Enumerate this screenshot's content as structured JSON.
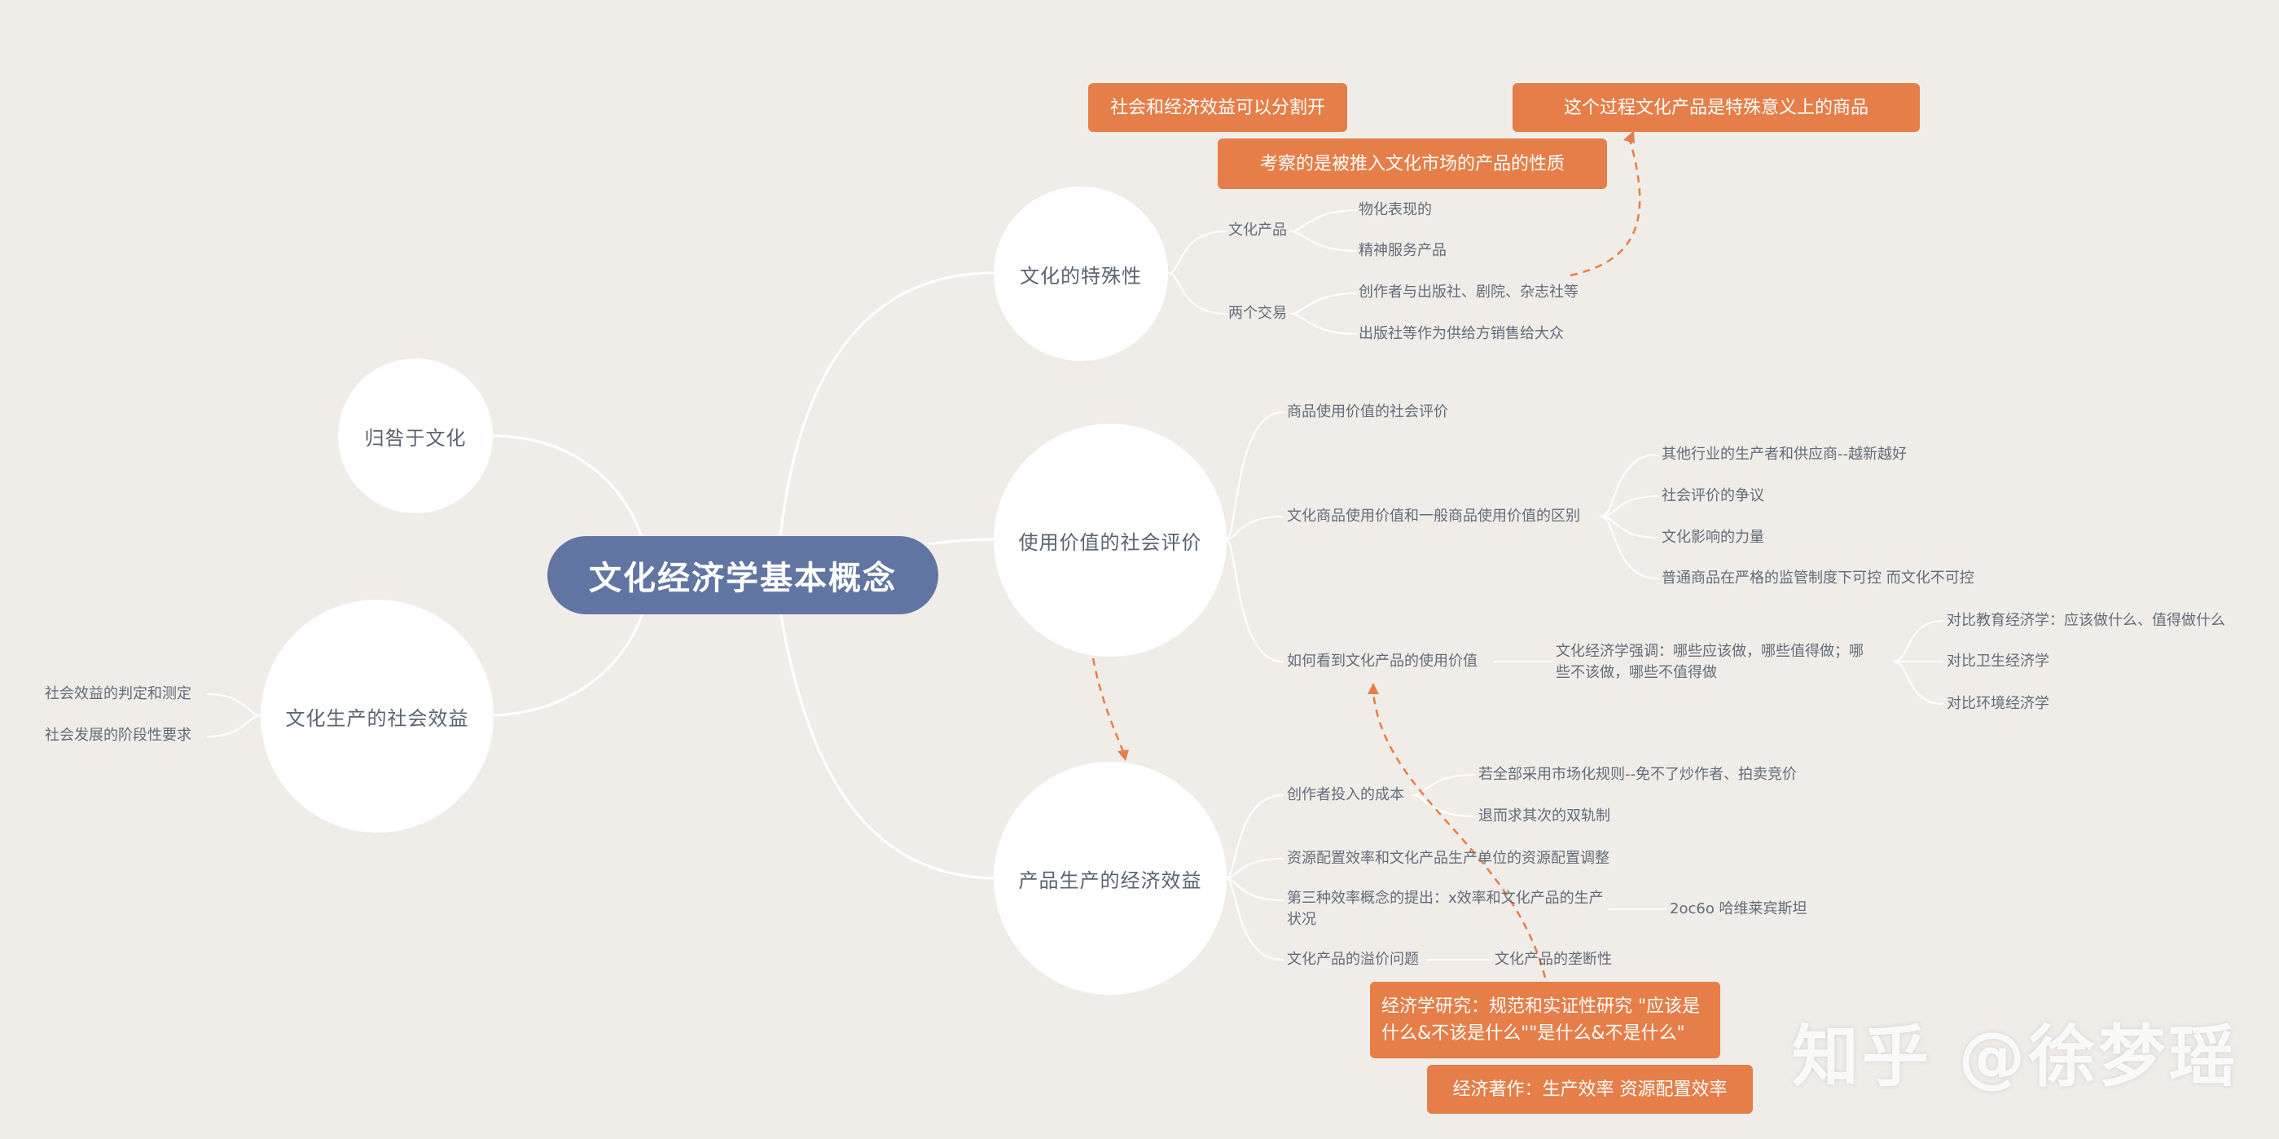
{
  "root": "文化经济学基本概念",
  "left_branches": {
    "culture": "归咎于文化",
    "social_benefit": {
      "label": "文化生产的社会效益",
      "children": [
        "社会效益的判定和测定",
        "社会发展的阶段性要求"
      ]
    }
  },
  "special": {
    "label": "文化的特殊性",
    "product": {
      "label": "文化产品",
      "children": [
        "物化表现的",
        "精神服务产品"
      ]
    },
    "trade": {
      "label": "两个交易",
      "children": [
        "创作者与出版社、剧院、杂志社等",
        "出版社等作为供给方销售给大众"
      ]
    }
  },
  "use_value": {
    "label": "使用价值的社会评价",
    "c1": "商品使用价值的社会评价",
    "c2": {
      "label": "文化商品使用价值和一般商品使用价值的区别",
      "children": [
        "其他行业的生产者和供应商--越新越好",
        "社会评价的争议",
        "文化影响的力量",
        "普通商品在严格的监管制度下可控 而文化不可控"
      ]
    },
    "c3": {
      "label": "如何看到文化产品的使用价值",
      "sub": "文化经济学强调：哪些应该做，哪些值得做；哪些不该做，哪些不值得做",
      "children": [
        "对比教育经济学：应该做什么、值得做什么",
        "对比卫生经济学",
        "对比环境经济学"
      ]
    }
  },
  "econ": {
    "label": "产品生产的经济效益",
    "c1": {
      "label": "创作者投入的成本",
      "children": [
        "若全部采用市场化规则--免不了炒作者、拍卖竞价",
        "退而求其次的双轨制"
      ]
    },
    "c2": "资源配置效率和文化产品生产单位的资源配置调整",
    "c3": {
      "label": "第三种效率概念的提出：x效率和文化产品的生产状况",
      "child": "2oc6o 哈维莱宾斯坦"
    },
    "c4": {
      "label": "文化产品的溢价问题",
      "child": "文化产品的垄断性"
    }
  },
  "notes": {
    "n1": "社会和经济效益可以分割开",
    "n2": "这个过程文化产品是特殊意义上的商品",
    "n3": "考察的是被推入文化市场的产品的性质",
    "n4": "经济学研究：规范和实证性研究 \"应该是什么&不该是什么\"\"是什么&不是什么\"",
    "n5": "经济著作：生产效率 资源配置效率"
  },
  "watermark": "知乎 @徐梦瑶",
  "colors": {
    "background": "#f0ede9",
    "root": "#6175a3",
    "note": "#e57e48",
    "line": "#ffffff",
    "dashed": "#e57e48"
  }
}
